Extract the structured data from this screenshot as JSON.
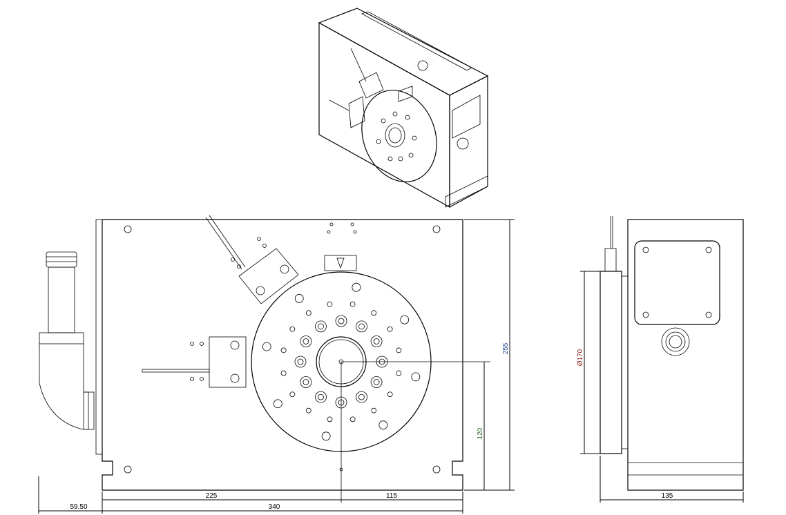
{
  "dimensions": {
    "offset_left": "59.50",
    "center_from_left": "225",
    "center_to_right": "115",
    "total_width": "340",
    "total_height": "255",
    "center_height": "120",
    "disc_diameter": "Ø170",
    "side_depth": "135"
  },
  "colors": {
    "line": "#000000",
    "dim_text_blue": "#1f3f8f",
    "dim_text_red": "#8a1a1a",
    "dim_text_green": "#2e6b2e"
  }
}
